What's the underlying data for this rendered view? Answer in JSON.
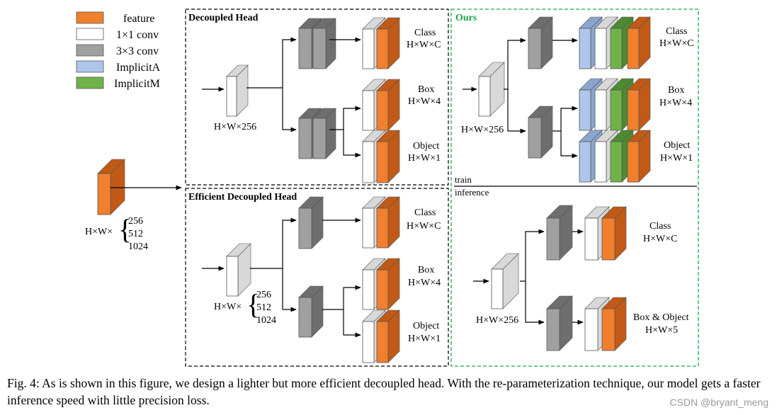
{
  "legend": [
    {
      "label": "feature",
      "color": "#f07f2e"
    },
    {
      "label": "1×1 conv",
      "color": "#ffffff"
    },
    {
      "label": "3×3 conv",
      "color": "#a0a0a0"
    },
    {
      "label": "ImplicitA",
      "color": "#aec6ea"
    },
    {
      "label": "ImplicitM",
      "color": "#6fb24a"
    }
  ],
  "input": {
    "prefix": "H×W×",
    "sizes": [
      "256",
      "512",
      "1024"
    ]
  },
  "panels": {
    "decoupled": {
      "title": "Decoupled Head",
      "dims": "H×W×256",
      "outputs": [
        {
          "name": "Class",
          "shape": "H×W×C"
        },
        {
          "name": "Box",
          "shape": "H×W×4"
        },
        {
          "name": "Object",
          "shape": "H×W×1"
        }
      ]
    },
    "efficient": {
      "title": "Efficient Decoupled Head",
      "dims_prefix": "H×W×",
      "sizes": [
        "256",
        "512",
        "1024"
      ],
      "outputs": [
        {
          "name": "Class",
          "shape": "H×W×C"
        },
        {
          "name": "Box",
          "shape": "H×W×4"
        },
        {
          "name": "Object",
          "shape": "H×W×1"
        }
      ]
    },
    "ours": {
      "title": "Ours",
      "train_label": "train",
      "inference_label": "inference",
      "train_dims": "H×W×256",
      "train_outputs": [
        {
          "name": "Class",
          "shape": "H×W×C"
        },
        {
          "name": "Box",
          "shape": "H×W×4"
        },
        {
          "name": "Object",
          "shape": "H×W×1"
        }
      ],
      "infer_dims": "H×W×256",
      "infer_outputs": [
        {
          "name": "Class",
          "shape": "H×W×C"
        },
        {
          "name": "Box & Object",
          "shape": "H×W×5"
        }
      ]
    }
  },
  "colors": {
    "feature_front": "#f07f2e",
    "feature_side": "#c15a16",
    "conv1_front": "#ffffff",
    "conv1_side": "#d8d8d8",
    "conv3_front": "#a0a0a0",
    "conv3_side": "#6e6e6e",
    "implicitA_front": "#aec6ea",
    "implicitA_side": "#8aa6cf",
    "implicitM_front": "#6fb24a",
    "implicitM_side": "#4d8a30",
    "ours_border": "#1aa64a"
  },
  "caption": "Fig. 4: As is shown in this figure, we design a lighter but more efficient decoupled head. With the re-parameterization technique, our model gets a faster inference speed with little precision loss.",
  "watermark": "CSDN @bryant_meng"
}
